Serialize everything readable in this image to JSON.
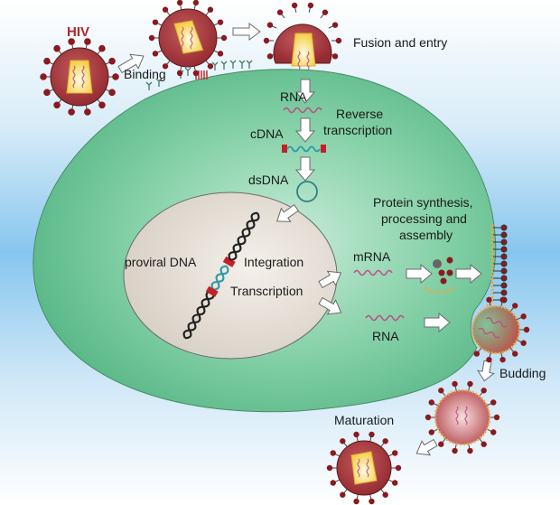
{
  "title": "HIV replication cycle",
  "colors": {
    "background_top": "#ffffff",
    "background_mid": "#7fc2ec",
    "cytoplasm": "#5fbf8e",
    "cytoplasm_light": "#a9dcc0",
    "nucleus": "#e4ddd4",
    "virion": "#a8383c",
    "virion_core": "#f7e27a",
    "spike": "#8a1a1e",
    "rna": "#c04a86",
    "cdna": "#2e9aa8",
    "dna": "#222222",
    "ltr": "#c42026",
    "label_hiv": "#b5262a"
  },
  "labels": {
    "hiv": "HIV",
    "binding": "Binding",
    "fusion": "Fusion and entry",
    "rna_top": "RNA",
    "reverse_transcription_1": "Reverse",
    "reverse_transcription_2": "transcription",
    "cdna": "cDNA",
    "dsdna": "dsDNA",
    "proviral_dna": "proviral DNA",
    "integration": "Integration",
    "transcription": "Transcription",
    "protein_1": "Protein synthesis,",
    "protein_2": "processing and",
    "protein_3": "assembly",
    "mrna": "mRNA",
    "rna_bottom": "RNA",
    "budding": "Budding",
    "maturation": "Maturation"
  },
  "stages": [
    "Binding",
    "Fusion and entry",
    "Reverse transcription",
    "Integration",
    "Transcription",
    "Protein synthesis, processing and assembly",
    "Budding",
    "Maturation"
  ]
}
